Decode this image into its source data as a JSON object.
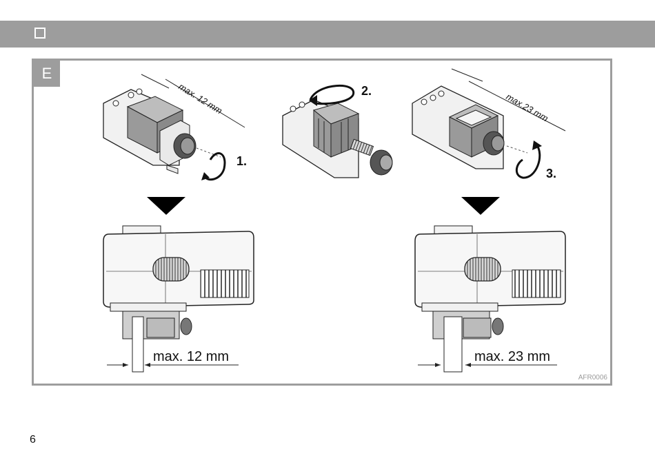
{
  "header": {
    "checkbox_icon": "checkbox-empty-icon",
    "bar_color": "#9d9d9d"
  },
  "figure": {
    "section_letter": "E",
    "steps": [
      {
        "step_label": "1.",
        "dimension_label": "max. 12 mm"
      },
      {
        "step_label": "2."
      },
      {
        "step_label": "3.",
        "dimension_label": "max.23 mm"
      }
    ],
    "results": [
      {
        "dimension_label": "max. 12 mm"
      },
      {
        "dimension_label": "max. 23 mm"
      }
    ],
    "figure_code": "AFR0006"
  },
  "page_number": "6"
}
